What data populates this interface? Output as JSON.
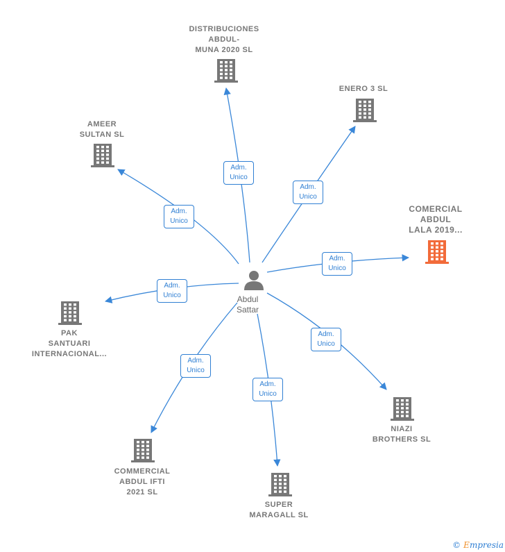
{
  "center": {
    "name": "Abdul\nSattar"
  },
  "edge_label": {
    "line1": "Adm.",
    "line2": "Unico"
  },
  "companies": [
    {
      "name": "DISTRIBUCIONES\nABDUL-\nMUNA 2020  SL",
      "highlight": false
    },
    {
      "name": "ENERO 3 SL",
      "highlight": false
    },
    {
      "name": "COMERCIAL\nABDUL\nLALA 2019...",
      "highlight": true
    },
    {
      "name": "NIAZI\nBROTHERS  SL",
      "highlight": false
    },
    {
      "name": "SUPER\nMARAGALL SL",
      "highlight": false
    },
    {
      "name": "COMMERCIAL\nABDUL IFTI\n2021  SL",
      "highlight": false
    },
    {
      "name": "PAK\nSANTUARI\nINTERNACIONAL...",
      "highlight": false
    },
    {
      "name": "AMEER\nSULTAN SL",
      "highlight": false
    }
  ],
  "colors": {
    "edge": "#3a87d8",
    "building": "#777777",
    "highlight": "#f26b3a",
    "person": "#777777"
  },
  "footer": {
    "copyright": "©",
    "brand_first": "E",
    "brand_rest": "mpresia"
  }
}
